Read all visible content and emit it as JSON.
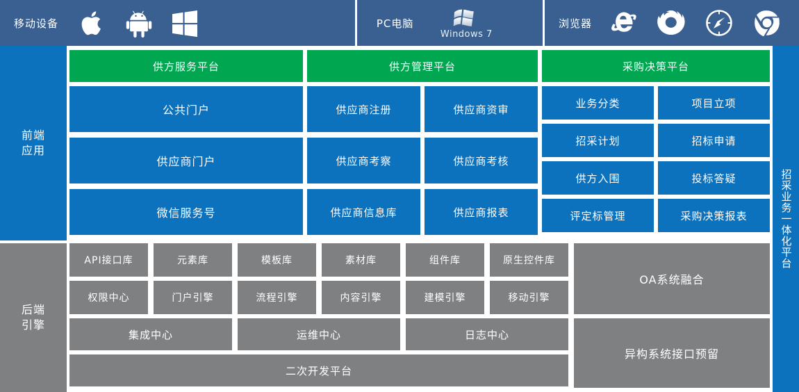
{
  "header": {
    "groups": [
      {
        "label": "移动设备",
        "icons": [
          {
            "name": "apple-icon",
            "title": "Apple iOS"
          },
          {
            "name": "android-icon",
            "title": "Android"
          },
          {
            "name": "windows-icon",
            "title": "Windows Phone"
          }
        ]
      },
      {
        "label": "PC电脑",
        "icons": [
          {
            "name": "windows7-icon",
            "title": "Windows 7",
            "caption": "Windows 7"
          }
        ]
      },
      {
        "label": "浏览器",
        "icons": [
          {
            "name": "internet-explorer-icon",
            "title": "Internet Explorer"
          },
          {
            "name": "firefox-icon",
            "title": "Firefox"
          },
          {
            "name": "safari-icon",
            "title": "Safari"
          },
          {
            "name": "chrome-icon",
            "title": "Chrome"
          }
        ]
      }
    ]
  },
  "rails": {
    "frontend": "前端应用",
    "backend": "后端引擎",
    "right": "招采业务一体化平台"
  },
  "frontend": {
    "platforms": [
      {
        "title": "供方服务平台"
      },
      {
        "title": "供方管理平台"
      },
      {
        "title": "采购决策平台"
      }
    ],
    "column_a": [
      "公共门户",
      "供应商门户",
      "微信服务号"
    ],
    "column_b": [
      [
        "供应商注册",
        "供应商资审"
      ],
      [
        "供应商考察",
        "供应商考核"
      ],
      [
        "供应商信息库",
        "供应商报表"
      ]
    ],
    "column_c": [
      [
        "业务分类",
        "项目立项"
      ],
      [
        "招采计划",
        "招标申请"
      ],
      [
        "供方入围",
        "投标答疑"
      ],
      [
        "评定标管理",
        "采购决策报表"
      ]
    ]
  },
  "backend": {
    "library_row": [
      "API接口库",
      "元素库",
      "模板库",
      "素材库",
      "组件库",
      "原生控件库"
    ],
    "engine_row": [
      "权限中心",
      "门户引擎",
      "流程引擎",
      "内容引擎",
      "建模引擎",
      "移动引擎"
    ],
    "center_row": [
      "集成中心",
      "运维中心",
      "日志中心"
    ],
    "dev_platform": "二次开发平台",
    "integrations": [
      "OA系统融合",
      "异构系统接口预留"
    ]
  },
  "colors": {
    "header_blue": "#3a6091",
    "tile_blue": "#0d72bd",
    "tile_green": "#00a650",
    "tile_gray": "#7f8082",
    "text_white": "#ffffff"
  }
}
